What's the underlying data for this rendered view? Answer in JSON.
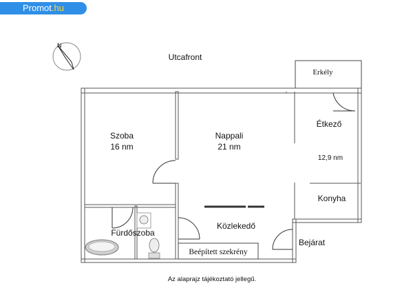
{
  "brand": {
    "name": "Promot",
    "suffix": ".hu"
  },
  "street_label": "Utcafront",
  "rooms": {
    "szoba": {
      "name": "Szoba",
      "area": "16 nm"
    },
    "nappali": {
      "name": "Nappali",
      "area": "21 nm"
    },
    "etkezo": {
      "name": "Étkező",
      "area": "12,9 nm"
    },
    "konyha": {
      "name": "Konyha"
    },
    "furdoszoba": {
      "name": "Fürdőszoba"
    },
    "kozlekedo": {
      "name": "Közlekedő"
    },
    "erkely": {
      "name": "Erkély"
    },
    "beepitett": {
      "name": "Beépített szekrény"
    },
    "bejarat": {
      "name": "Bejárat"
    }
  },
  "compass": {
    "label": "N",
    "icon": "compass-north-icon"
  },
  "footer_note": "Az alaprajz tájékoztató jellegű.",
  "colors": {
    "badge_blue": "#2f8fe6",
    "badge_accent": "#ffd43a",
    "wall": "#555555"
  }
}
